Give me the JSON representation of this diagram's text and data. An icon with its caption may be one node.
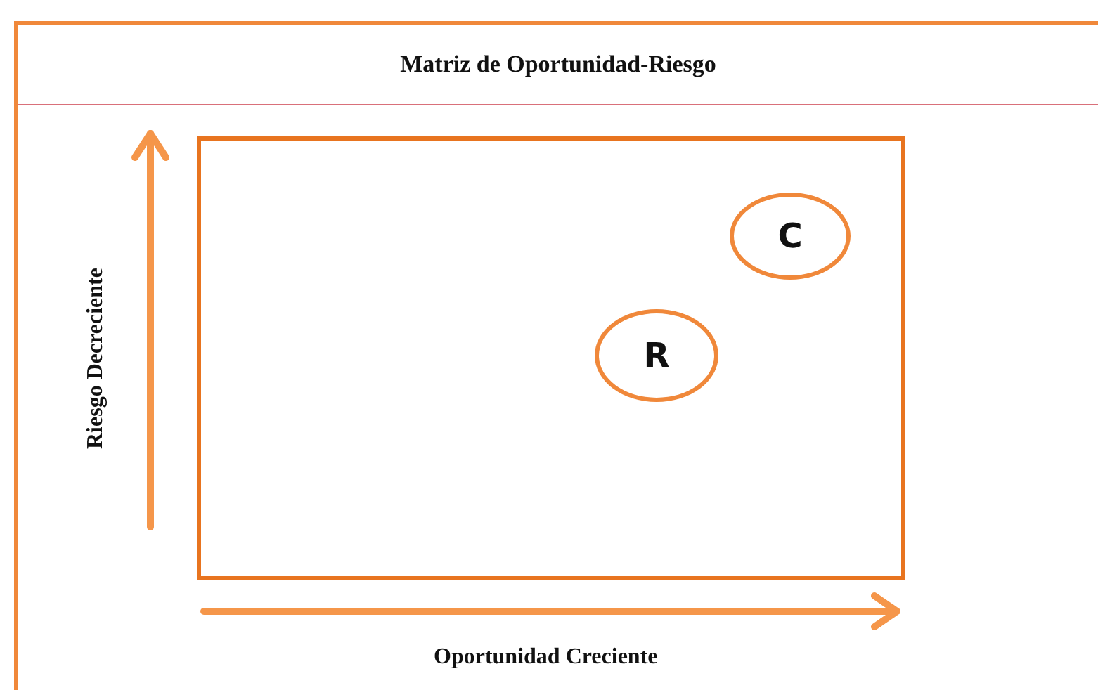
{
  "diagram": {
    "title": "Matriz de Oportunidad-Riesgo",
    "nodes": [
      {
        "text": [],
        "shape": "box"
      },
      {
        "text": [
          "C"
        ],
        "in": 0
      },
      {
        "text": [
          "R"
        ],
        "in": 0
      }
    ],
    "edges": [],
    "labels": [
      "Riesgo Decreciente",
      "Oportunidad Creciente"
    ]
  }
}
